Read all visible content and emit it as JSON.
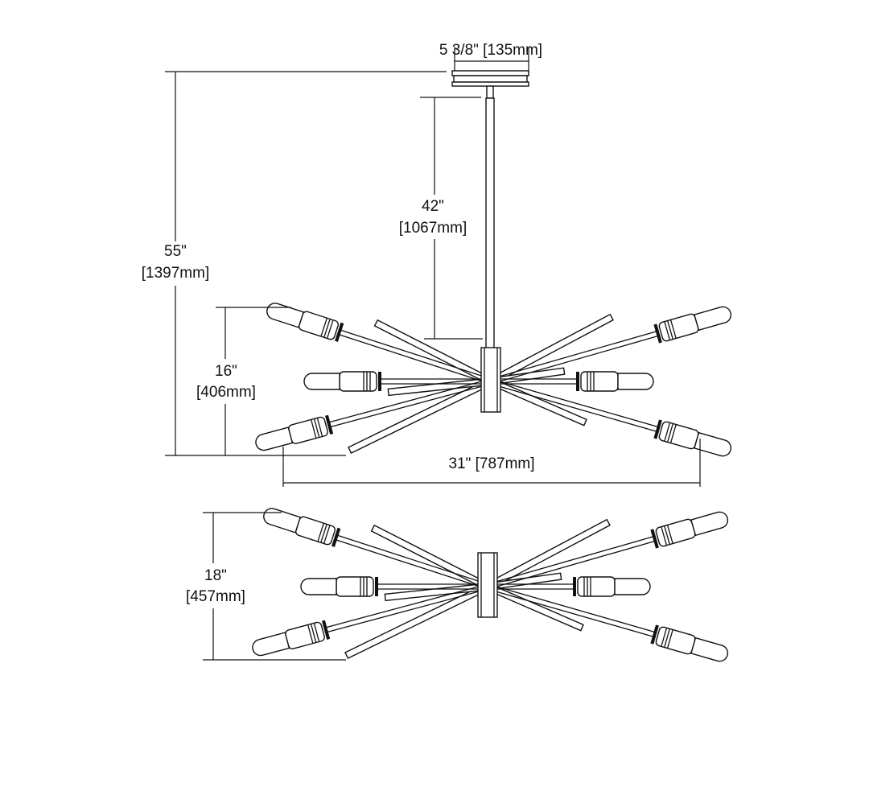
{
  "dimensions": {
    "canopy_width": "5 3/8\" [135mm]",
    "overall_height": {
      "imperial": "55\"",
      "metric": "[1397mm]"
    },
    "rod_length": {
      "imperial": "42\"",
      "metric": "[1067mm]"
    },
    "fixture_height": {
      "imperial": "16\"",
      "metric": "[406mm]"
    },
    "fixture_width": "31\" [787mm]",
    "side_height": {
      "imperial": "18\"",
      "metric": "[457mm]"
    }
  }
}
